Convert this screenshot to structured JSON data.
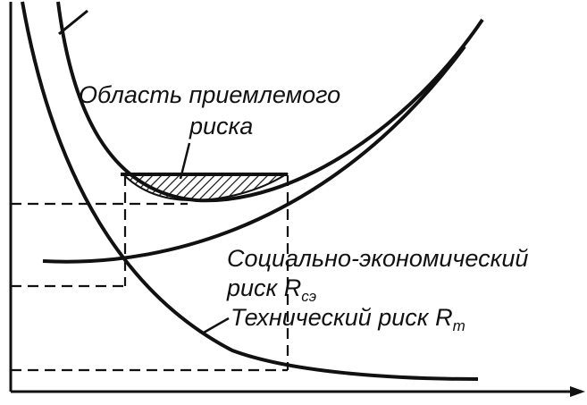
{
  "diagram": {
    "acceptable_region_label_line1": "Область приемлемого",
    "acceptable_region_label_line2": "риска",
    "socio_economic_label_line1": "Социально-экономический",
    "socio_economic_label_line2": "риск",
    "socio_economic_symbol": "R",
    "socio_economic_subscript": "сэ",
    "technical_label": "Технический риск",
    "technical_symbol": "R",
    "technical_subscript": "т",
    "colors": {
      "ink": "#111111",
      "paper": "#ffffff"
    }
  }
}
